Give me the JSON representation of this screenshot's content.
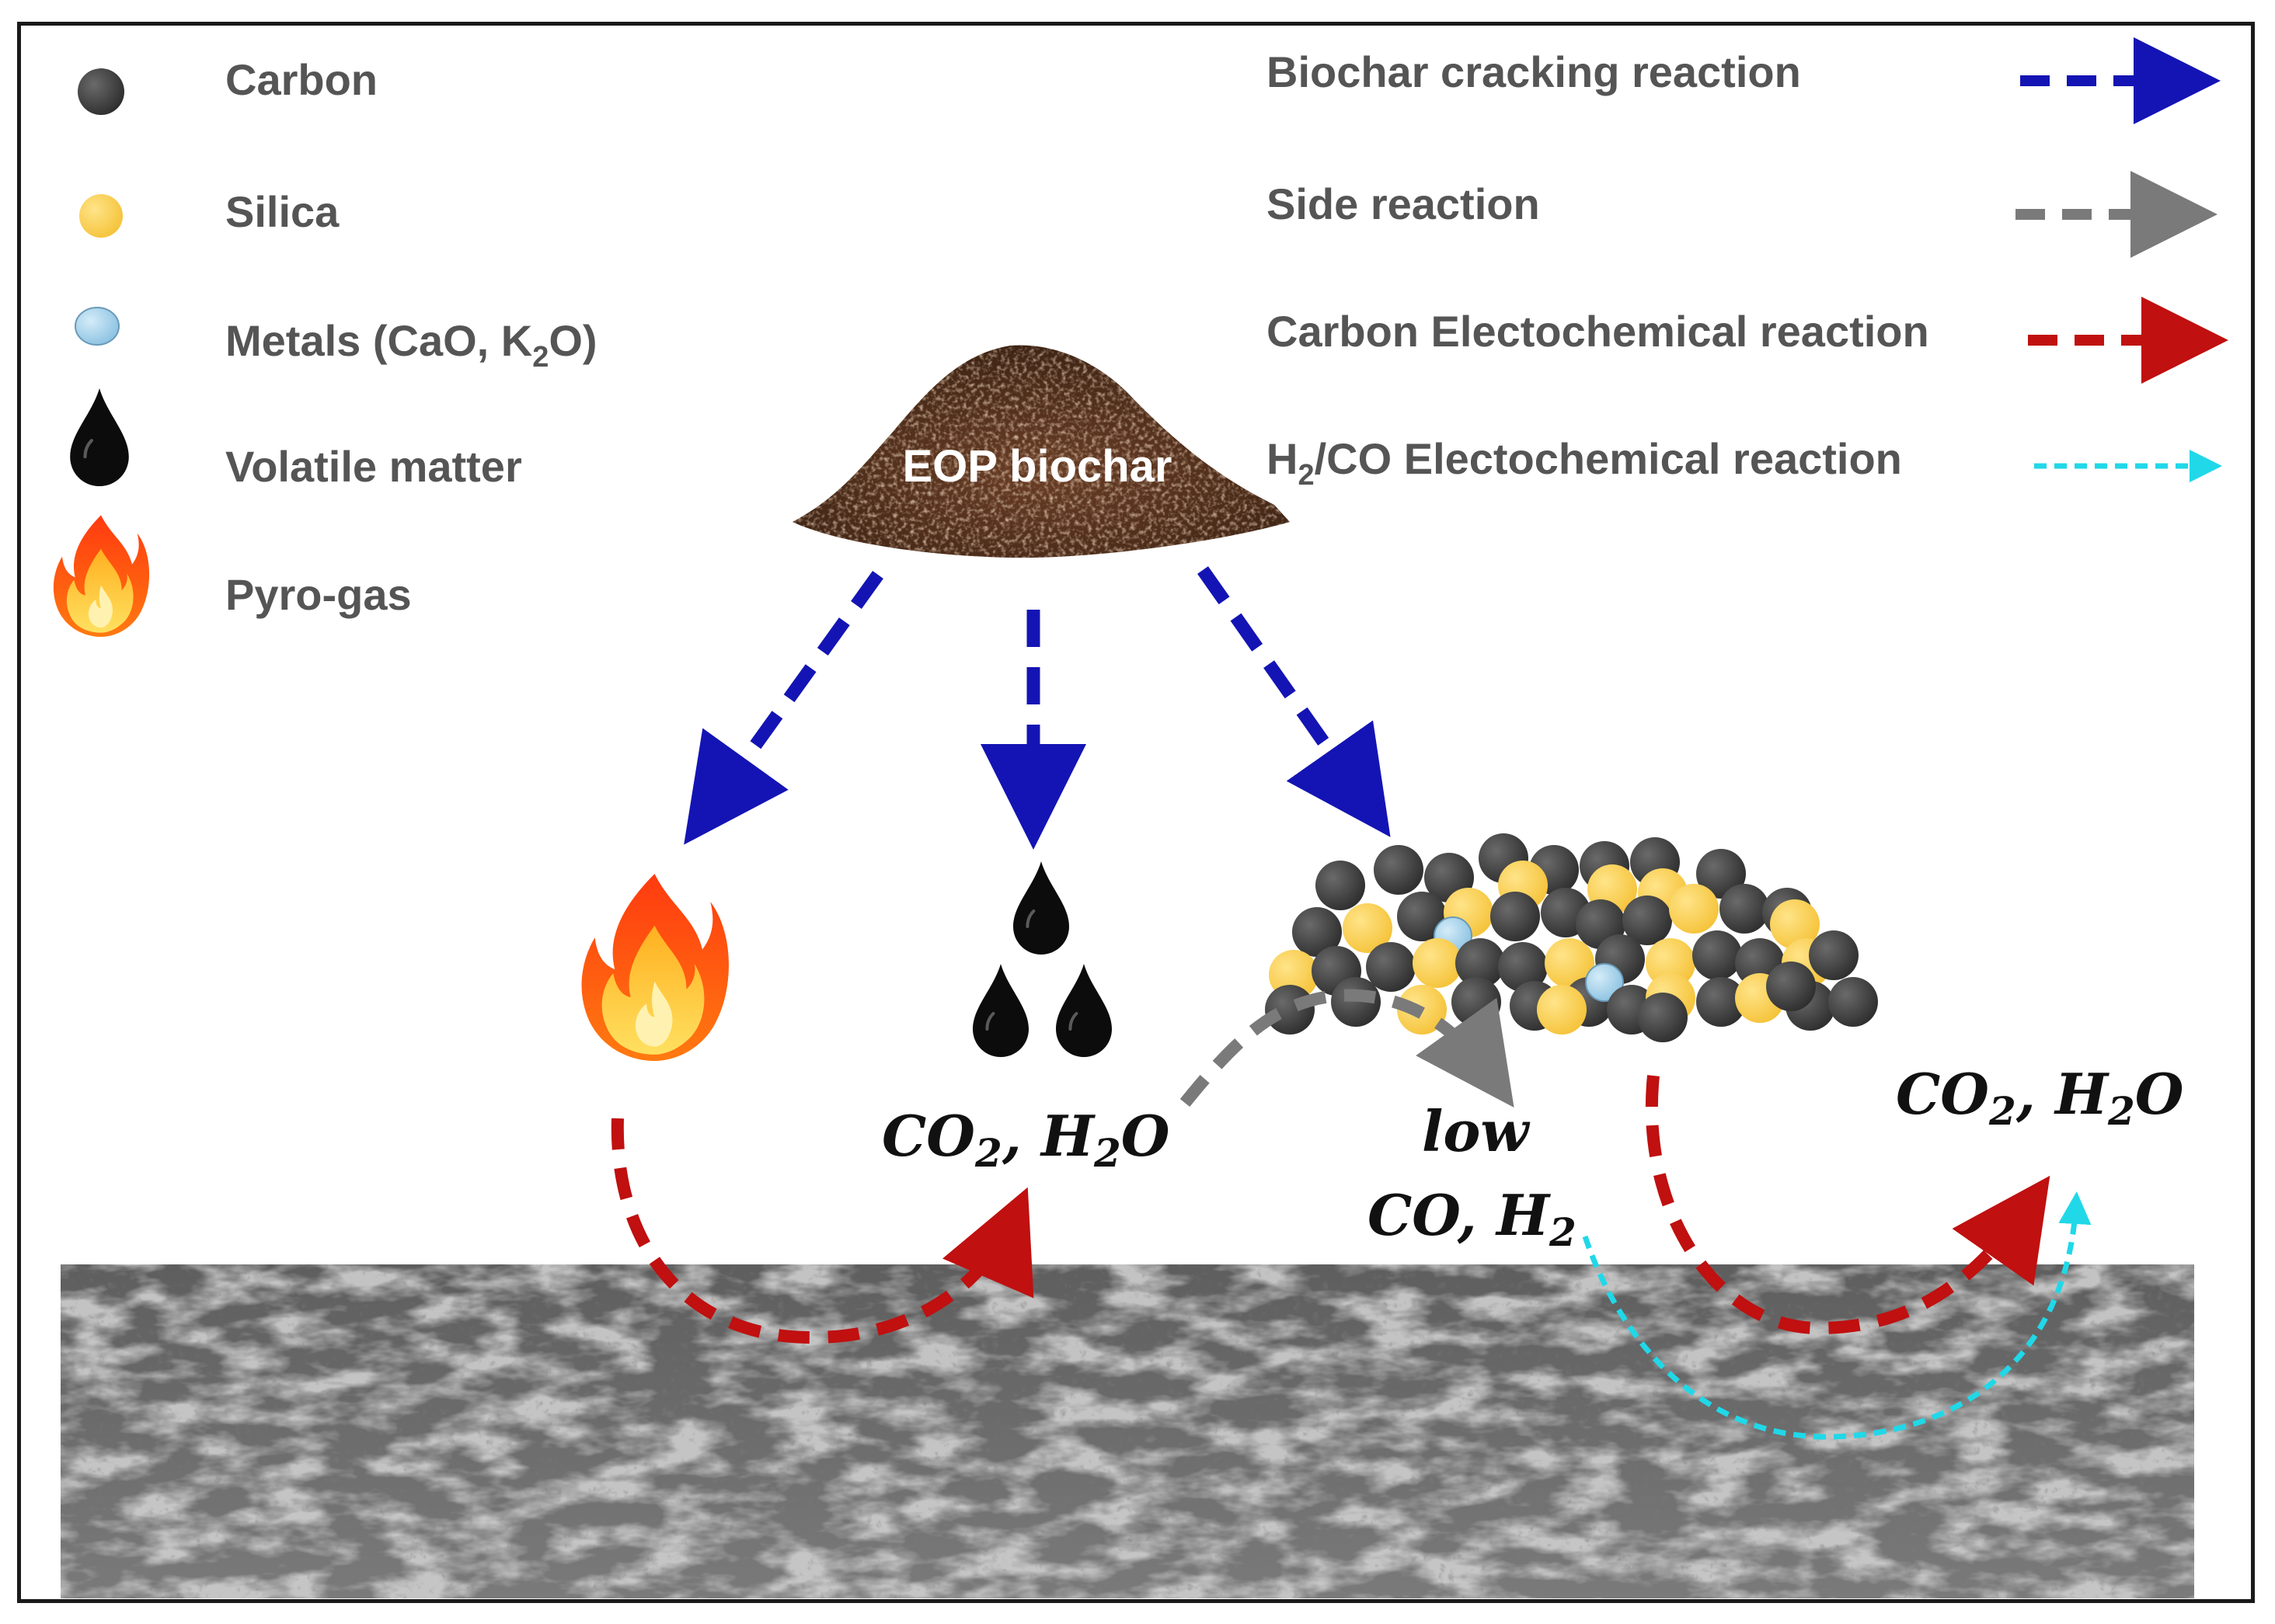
{
  "legend": {
    "carbon": "Carbon",
    "silica": "Silica",
    "metals_prefix": "Metals (CaO, K",
    "metals_sub": "2",
    "metals_suffix": "O)",
    "volatile": "Volatile matter",
    "pyrogas": "Pyro-gas"
  },
  "reactions": {
    "biochar_cracking": "Biochar cracking reaction",
    "side": "Side reaction",
    "carbon_electrochemical": "Carbon Electochemical reaction",
    "h2co_prefix": "H",
    "h2co_sub": "2",
    "h2co_suffix": "/CO  Electochemical reaction"
  },
  "biochar_label": "EOP biochar",
  "products": {
    "left_co2": "CO",
    "left_co2_sub": "2",
    "left_h2o_sep": ", H",
    "left_h2o_sub": "2",
    "left_h2o_end": "O",
    "low": "low",
    "low_co": "CO, H",
    "low_h2_sub": "2",
    "right_co2": "CO",
    "right_co2_sub": "2",
    "right_h2o_sep": ", H",
    "right_h2o_sub": "2",
    "right_h2o_end": "O"
  },
  "colors": {
    "biochar_cracking": "#1414b4",
    "side": "#7a7a7a",
    "carbon_electrochemical": "#c01010",
    "h2co_electrochemical": "#20d8e8",
    "carbon_particle": "#474747",
    "silica_particle": "#fcd45a",
    "metal_particle": "#a8d4ec"
  }
}
